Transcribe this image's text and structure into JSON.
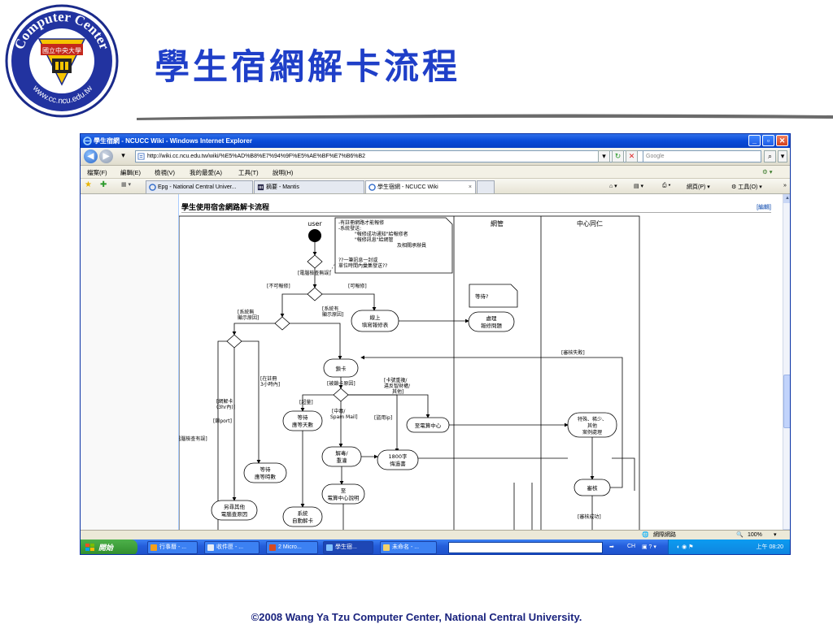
{
  "slide": {
    "title": "學生宿網解卡流程",
    "logo_text_top": "Computer Center",
    "logo_text_bottom": "www.cc.ncu.edu.tw",
    "logo_seal_text": "國立中央大學",
    "footer": "©2008 Wang Ya Tzu Computer Center, National Central University."
  },
  "browser": {
    "window_title": "學生宿網 - NCUCC Wiki - Windows Internet Explorer",
    "address_url": "http://wiki.cc.ncu.edu.tw/wiki/%E5%AD%B8%E7%94%9F%E5%AE%BF%E7%B6%B2",
    "search_placeholder": "Google",
    "menu": [
      "檔案(F)",
      "編輯(E)",
      "檢視(V)",
      "我的最愛(A)",
      "工具(T)",
      "說明(H)"
    ],
    "tabs": [
      "Epg - National Central Univer...",
      "摘要 - Mantis",
      "學生宿網 - NCUCC Wiki"
    ],
    "tab_close": "×",
    "toolbar_page": "網頁(P)",
    "toolbar_tools": "工具(O)",
    "status_zone": "網際網路",
    "status_zoom": "100%"
  },
  "page": {
    "heading": "學生使用宿舍網路解卡流程",
    "edit_link": "[編輯]"
  },
  "diagram": {
    "lanes": [
      "user",
      "網管",
      "中心同仁"
    ],
    "note": [
      "-有註冊網路才能報修",
      "-系統發送:",
      "\"報修成功通知\"給報修者",
      "\"報修訊息\"給網管",
      "及相關承辦員",
      "??一筆訊息一封或",
      "單位時間內彙集發送??"
    ],
    "note2": "等待?",
    "nodes": {
      "online_report": [
        "線上",
        "填寫報修表"
      ],
      "handle_report": [
        "處理",
        "報修問題"
      ],
      "lock_card": "鎖卡",
      "wait_days": [
        "等待",
        "應等天數"
      ],
      "to_center": "至電算中心",
      "special": [
        "特殊、稀少、",
        "其他",
        "案例處理"
      ],
      "wait_hours": [
        "等待",
        "應等時數"
      ],
      "poison": [
        "解毒/",
        "重灌"
      ],
      "essay": [
        "1800字",
        "悔過書"
      ],
      "review": "審核",
      "to_center_explain": [
        "至",
        "電算中心說明"
      ],
      "find_other": [
        "另尋其他",
        "電腦查原因"
      ],
      "auto_unlock": [
        "系統",
        "自動解卡"
      ]
    },
    "guards": {
      "pc_ok": "[電腦檢查無誤]",
      "cannot_report": "[不可報修]",
      "can_report": "[可報修]",
      "no_reason": [
        "[系統無",
        "顯示原因]"
      ],
      "has_reason": [
        "[系統有",
        "顯示原因]"
      ],
      "review_fail": "[審核失敗]",
      "locked_reason": "[被鎖卡原因]",
      "registered": [
        "[在註冊",
        "3小時內]"
      ],
      "overuse": "[超量]",
      "card_dup": [
        "[卡號重複/",
        "違反智財權/",
        "其他]"
      ],
      "unlock_card": [
        "[網解卡",
        "(3hr內)]"
      ],
      "bt": "[鎖port]",
      "virus": [
        "[中毒/",
        "Spam Mail]"
      ],
      "abuse_ip": "[盜用ip]",
      "pc_has_error": "[電腦檢查有誤]",
      "review_ok": "[審核成功]"
    }
  },
  "taskbar": {
    "start": "開始",
    "tasks": [
      "行事曆 - ...",
      "收件匣 - ...",
      "2 Micro...",
      "學生宿...",
      "未命名 - ..."
    ],
    "lang": "CH",
    "clock": "上午 08:20"
  },
  "colors": {
    "title_blue": "#1f3fc8",
    "footer_navy": "#1a237e",
    "xp_blue": "#245edb",
    "link_blue": "#0645ad"
  }
}
